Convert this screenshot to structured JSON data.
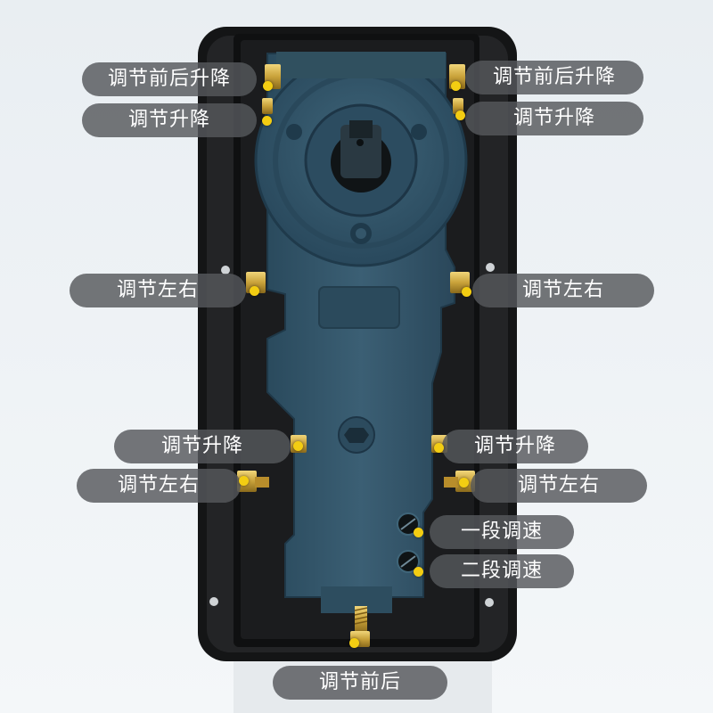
{
  "labels": {
    "front_back_up_down": "调节前后升降",
    "up_down": "调节升降",
    "left_right": "调节左右",
    "speed_stage_1": "一段调速",
    "speed_stage_2": "二段调速",
    "front_back": "调节前后"
  },
  "colors": {
    "label_background": "#55585c",
    "label_text": "#ffffff",
    "marker_dot": "#f3cd12",
    "housing": "#1c1d1f",
    "mechanism_body": "#34566a",
    "brass_screw": "#c9a23a",
    "background": "#eef2f5"
  }
}
